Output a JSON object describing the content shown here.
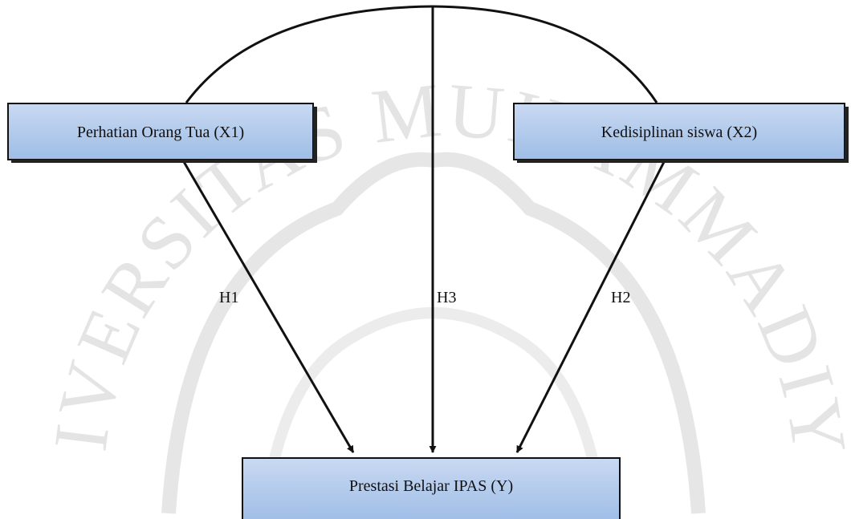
{
  "watermark": {
    "text": "UNIVERSITAS MUHAMMADIYAH"
  },
  "nodes": {
    "x1": {
      "label": "Perhatian Orang Tua (X1)"
    },
    "x2": {
      "label": "Kedisiplinan  siswa (X2)"
    },
    "y": {
      "label": "Prestasi Belajar IPAS (Y)"
    }
  },
  "edges": {
    "h1": {
      "label": "H1"
    },
    "h2": {
      "label": "H2"
    },
    "h3": {
      "label": "H3"
    }
  },
  "colors": {
    "box_top": "#c9d9f2",
    "box_bottom": "#9ebde6",
    "box_border": "#111111",
    "line": "#111111",
    "watermark": "#e4e4e4"
  }
}
